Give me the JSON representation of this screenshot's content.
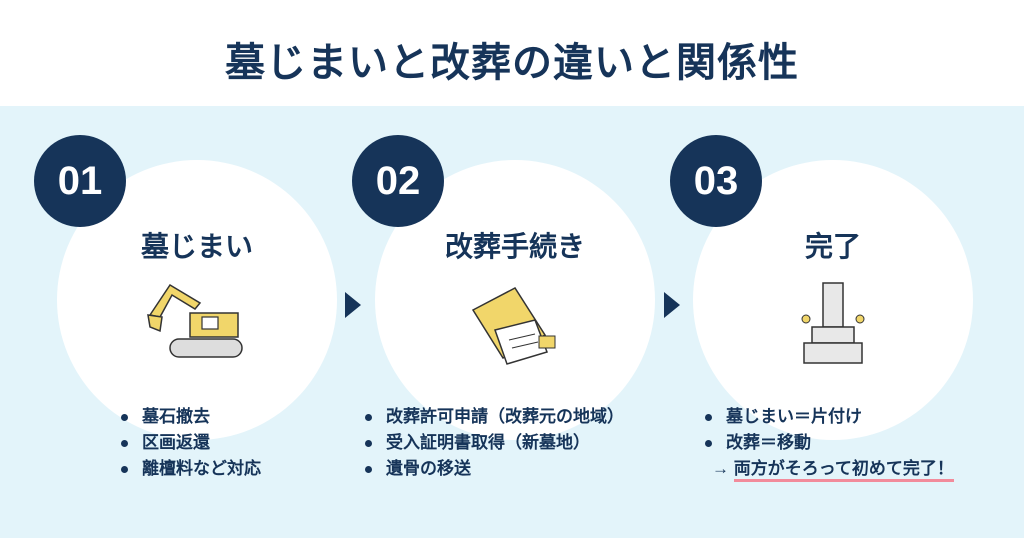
{
  "title": "墓じまいと改葬の違いと関係性",
  "steps": [
    {
      "number": "01",
      "title": "墓じまい",
      "items": [
        "墓石撤去",
        "区画返還",
        "離檀料など対応"
      ]
    },
    {
      "number": "02",
      "title": "改葬手続き",
      "items": [
        "改葬許可申請（改葬元の地域）",
        "受入証明書取得（新墓地）",
        "遺骨の移送"
      ]
    },
    {
      "number": "03",
      "title": "完了",
      "items": [
        "墓じまい＝片付け",
        "改葬＝移動"
      ],
      "note_arrow": "→",
      "note": "両方がそろって初めて完了！"
    }
  ],
  "colors": {
    "navy": "#163459",
    "bg": "#e3f4fa",
    "underline": "#f28b9b",
    "accent": "#f1d66a"
  }
}
